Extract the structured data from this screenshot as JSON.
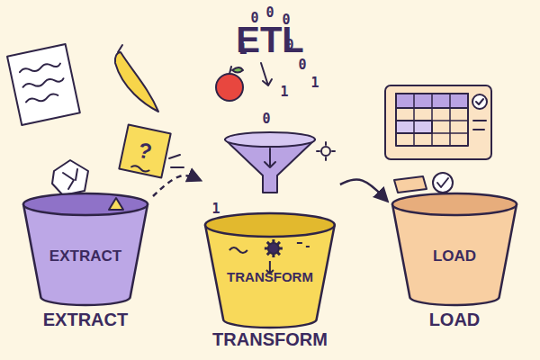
{
  "diagram": {
    "title": "ETL",
    "nodes": [
      {
        "text": [
          "EXTRACT",
          "EXTRACT"
        ]
      },
      {
        "text": [
          "TRANSFORM",
          "TRANSFORM"
        ]
      },
      {
        "text": [
          "LOAD",
          "LOAD"
        ]
      }
    ],
    "edges": [
      {
        "from": 0,
        "to": 1,
        "arrow": "to"
      },
      {
        "from": 1,
        "to": 2,
        "arrow": "to"
      }
    ],
    "labels": [
      "?",
      "0",
      "0",
      "0",
      "0",
      "1",
      "0",
      "1",
      "1",
      "0",
      "1"
    ]
  }
}
